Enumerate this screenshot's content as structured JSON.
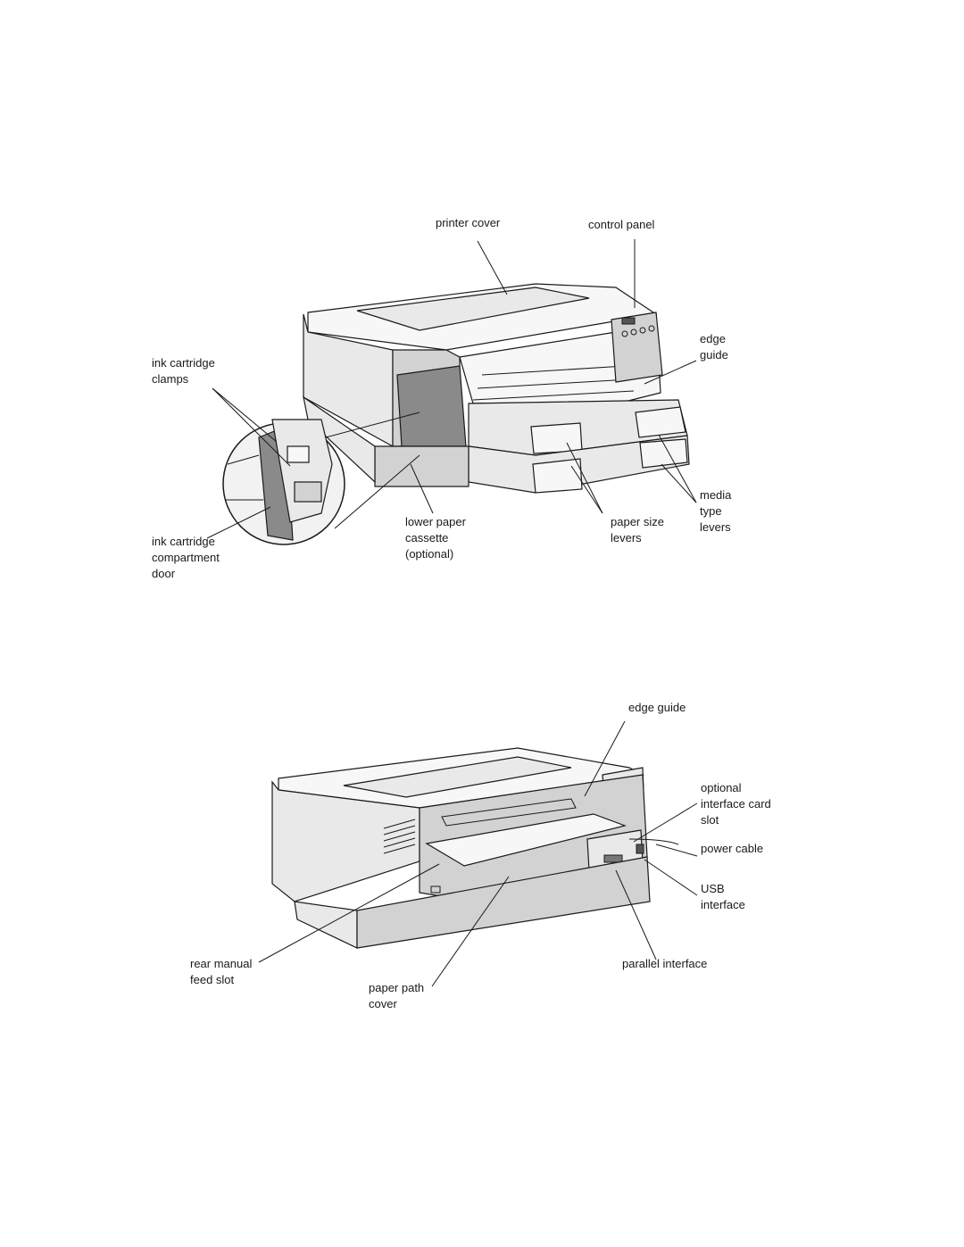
{
  "front_view": {
    "labels": {
      "printer_cover": "printer cover",
      "control_panel": "control panel",
      "edge_guide": "edge\nguide",
      "ink_cartridge_clamps": "ink cartridge\nclamps",
      "media_type_levers": "media\ntype\nlevers",
      "lower_paper_cassette": "lower paper\ncassette\n(optional)",
      "paper_size_levers": "paper size\nlevers",
      "ink_cartridge_compartment_door": "ink cartridge\ncompartment\ndoor"
    }
  },
  "rear_view": {
    "labels": {
      "edge_guide": "edge guide",
      "optional_interface_card_slot": "optional\ninterface card\nslot",
      "power_cable": "power cable",
      "usb_interface": "USB\ninterface",
      "parallel_interface": "parallel interface",
      "rear_manual_feed_slot": "rear manual\nfeed slot",
      "paper_path_cover": "paper path\ncover"
    }
  },
  "colors": {
    "ink": "#1a1a1a",
    "paper": "#ffffff",
    "shade": "#d2d2d2"
  }
}
